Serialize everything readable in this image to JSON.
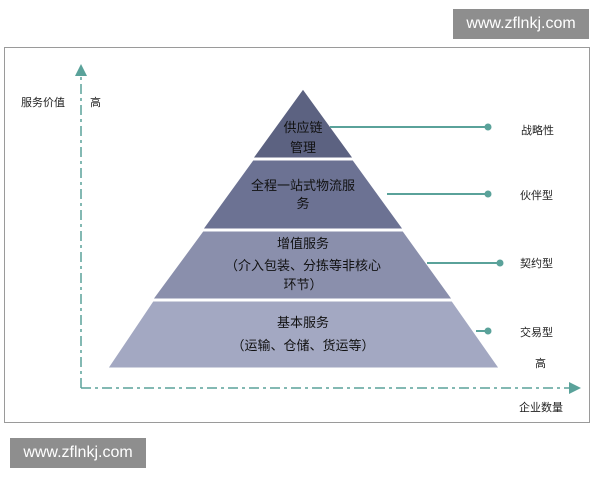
{
  "watermarks": {
    "top": "www.zflnkj.com",
    "bottom": "www.zflnkj.com"
  },
  "axes": {
    "y_label": "服务价值",
    "y_high": "高",
    "x_label": "企业数量",
    "x_high": "高"
  },
  "layers": [
    {
      "lines": [
        "供应链",
        "管理"
      ],
      "type_label": "战略性",
      "color": "#5c6281"
    },
    {
      "lines": [
        "全程一站式物流服",
        "务"
      ],
      "type_label": "伙伴型",
      "color": "#6c7293"
    },
    {
      "lines": [
        "增值服务",
        "（介入包装、分拣等非核心",
        "环节）"
      ],
      "type_label": "契约型",
      "color": "#8a8fac"
    },
    {
      "lines": [
        "基本服务",
        "（运输、仓储、货运等）"
      ],
      "type_label": "交易型",
      "color": "#a3a8c2"
    }
  ],
  "colors": {
    "axis": "#5aa29a",
    "connector": "#5aa29a"
  }
}
